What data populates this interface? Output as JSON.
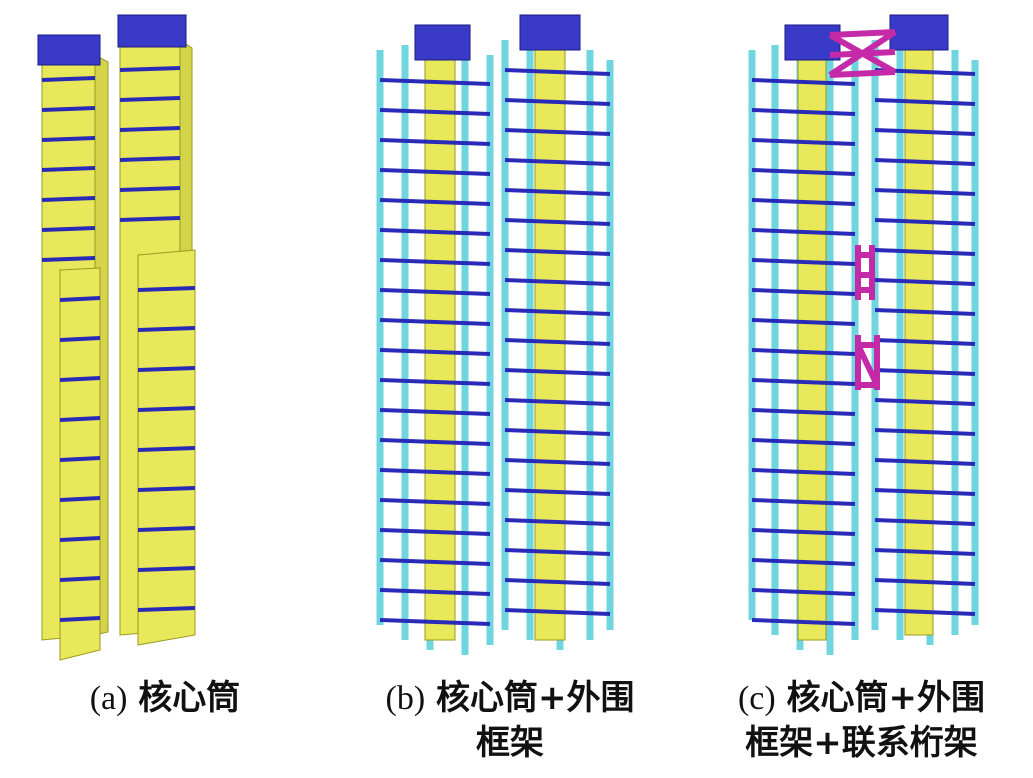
{
  "figure": {
    "panels": [
      {
        "id": "a",
        "tag": "(a)",
        "line1": "核心筒",
        "line2": ""
      },
      {
        "id": "b",
        "tag": "(b)",
        "line1": "核心筒+外围",
        "line2": "框架"
      },
      {
        "id": "c",
        "tag": "(c)",
        "line1": "核心筒+外围",
        "line2": "框架+联系桁架"
      }
    ],
    "colors": {
      "core_wall": "#e8e85a",
      "core_wall_edge": "#9a9a20",
      "beam": "#2a2ab8",
      "column": "#6fd6e0",
      "truss": "#c42aa8"
    }
  }
}
